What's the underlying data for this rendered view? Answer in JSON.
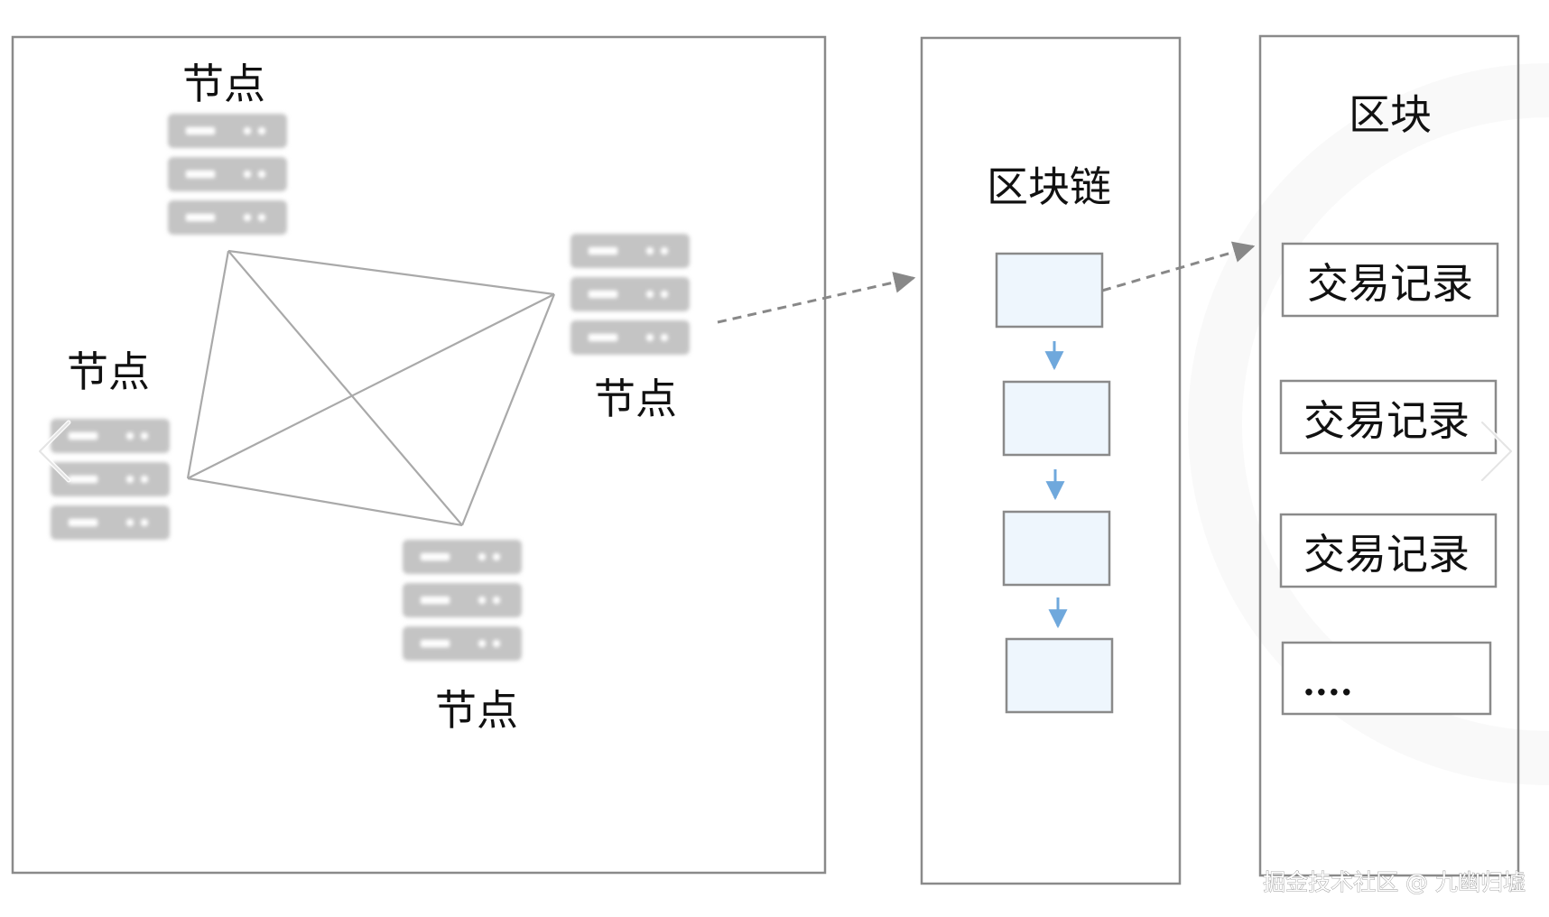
{
  "network": {
    "node_labels": [
      "节点",
      "节点",
      "节点",
      "节点"
    ]
  },
  "blockchain": {
    "title": "区块链"
  },
  "block": {
    "title": "区块",
    "records": [
      "交易记录",
      "交易记录",
      "交易记录",
      "...."
    ]
  },
  "watermark": "掘金技术社区 @ 九幽归墟",
  "icons": {
    "server": "server-icon",
    "prev": "chevron-left-icon",
    "next": "chevron-right-icon"
  },
  "colors": {
    "frame": "#8a8a8a",
    "line": "#a9a9a9",
    "server": "#c4c4c4",
    "block_fill": "#eef6fd",
    "arrow_blue": "#6fa8dc",
    "dashed": "#888888"
  }
}
